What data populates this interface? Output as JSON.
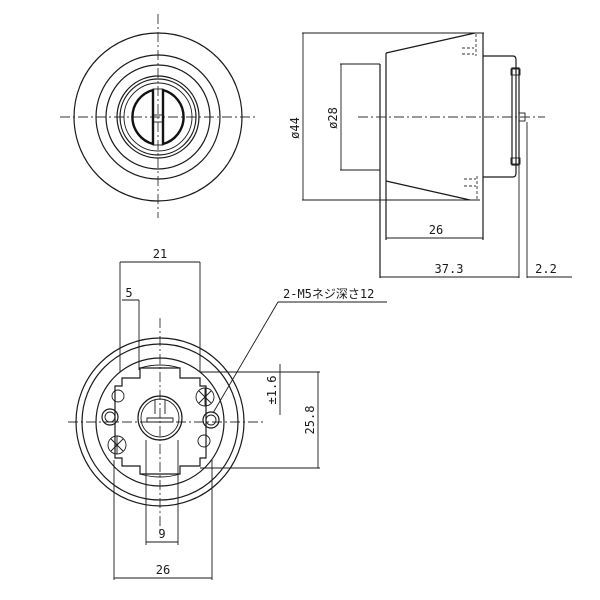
{
  "dimensions": {
    "side_outer_diameter": "ø44",
    "side_inner_diameter": "ø28",
    "side_body_length": "26",
    "side_total_length": "37.3",
    "side_plate_thickness": "2.2",
    "back_width_top": "21",
    "back_offset": "5",
    "back_screw_note": "2-M5ネジ深さ12",
    "back_tolerance": "±1.6",
    "back_height": "25.8",
    "back_slot_width": "9",
    "back_width_bottom": "26"
  }
}
